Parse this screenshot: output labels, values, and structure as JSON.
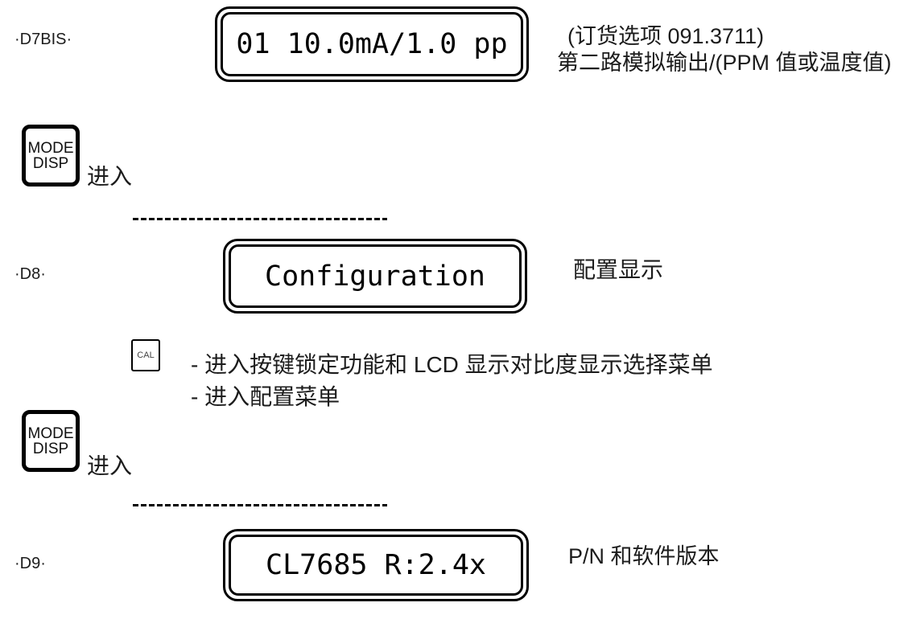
{
  "colors": {
    "ink": "#000000",
    "background": "#ffffff"
  },
  "d7bis": {
    "label": "·D7BIS·",
    "display_text": "01 10.0mA/1.0 pp",
    "note_line1": "(订货选项 091.3711)",
    "note_line2": "第二路模拟输出/(PPM 值或温度值)"
  },
  "enter1": {
    "button_line1": "MODE",
    "button_line2": "DISP",
    "caption": "进入"
  },
  "d8": {
    "label": "·D8·",
    "display_text": "Configuration",
    "note": "配置显示"
  },
  "cal_step": {
    "button_label": "CAL",
    "bullet1": "- 进入按键锁定功能和 LCD 显示对比度显示选择菜单",
    "bullet2": "- 进入配置菜单"
  },
  "enter2": {
    "button_line1": "MODE",
    "button_line2": "DISP",
    "caption": "进入"
  },
  "d9": {
    "label": "·D9·",
    "display_text": "CL7685 R:2.4x",
    "note": "P/N 和软件版本"
  }
}
